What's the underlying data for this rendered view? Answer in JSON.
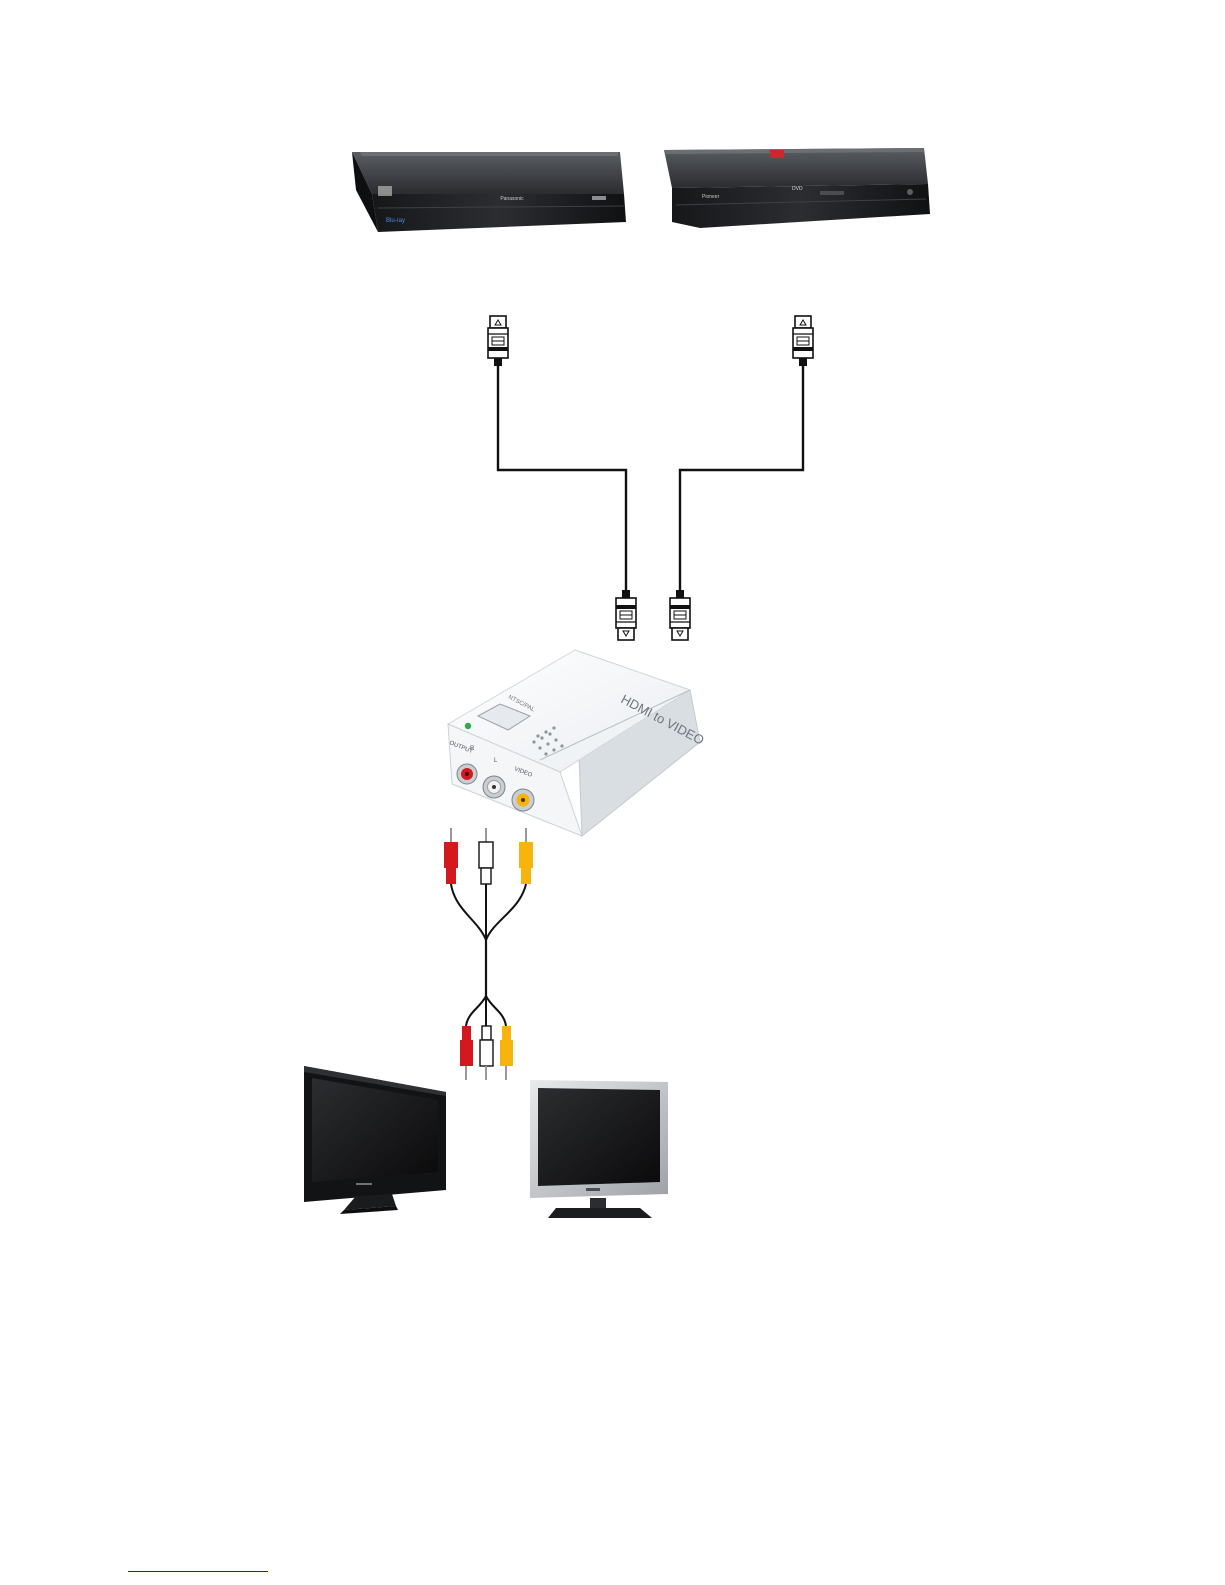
{
  "devices": {
    "bluray_player": {
      "brand": "Panasonic",
      "disc_logo": "Blu-ray"
    },
    "dvd_player": {
      "brand": "Pioneer",
      "disc_logo": "DVD"
    },
    "converter": {
      "title": "HDMI to VIDEO",
      "button_label": "NTSC/PAL",
      "output_label": "OUTPUT",
      "port_r_label": "R",
      "port_l_label": "L",
      "port_video_label": "VIDEO"
    }
  },
  "colors": {
    "rca_red": "#d4191e",
    "rca_white": "#ffffff",
    "rca_yellow": "#f7b40d",
    "cable": "#111111",
    "led": "#2fa84f"
  },
  "icons": {
    "hdmi_plug": "hdmi-plug-icon",
    "rca_plug": "rca-plug-icon"
  }
}
